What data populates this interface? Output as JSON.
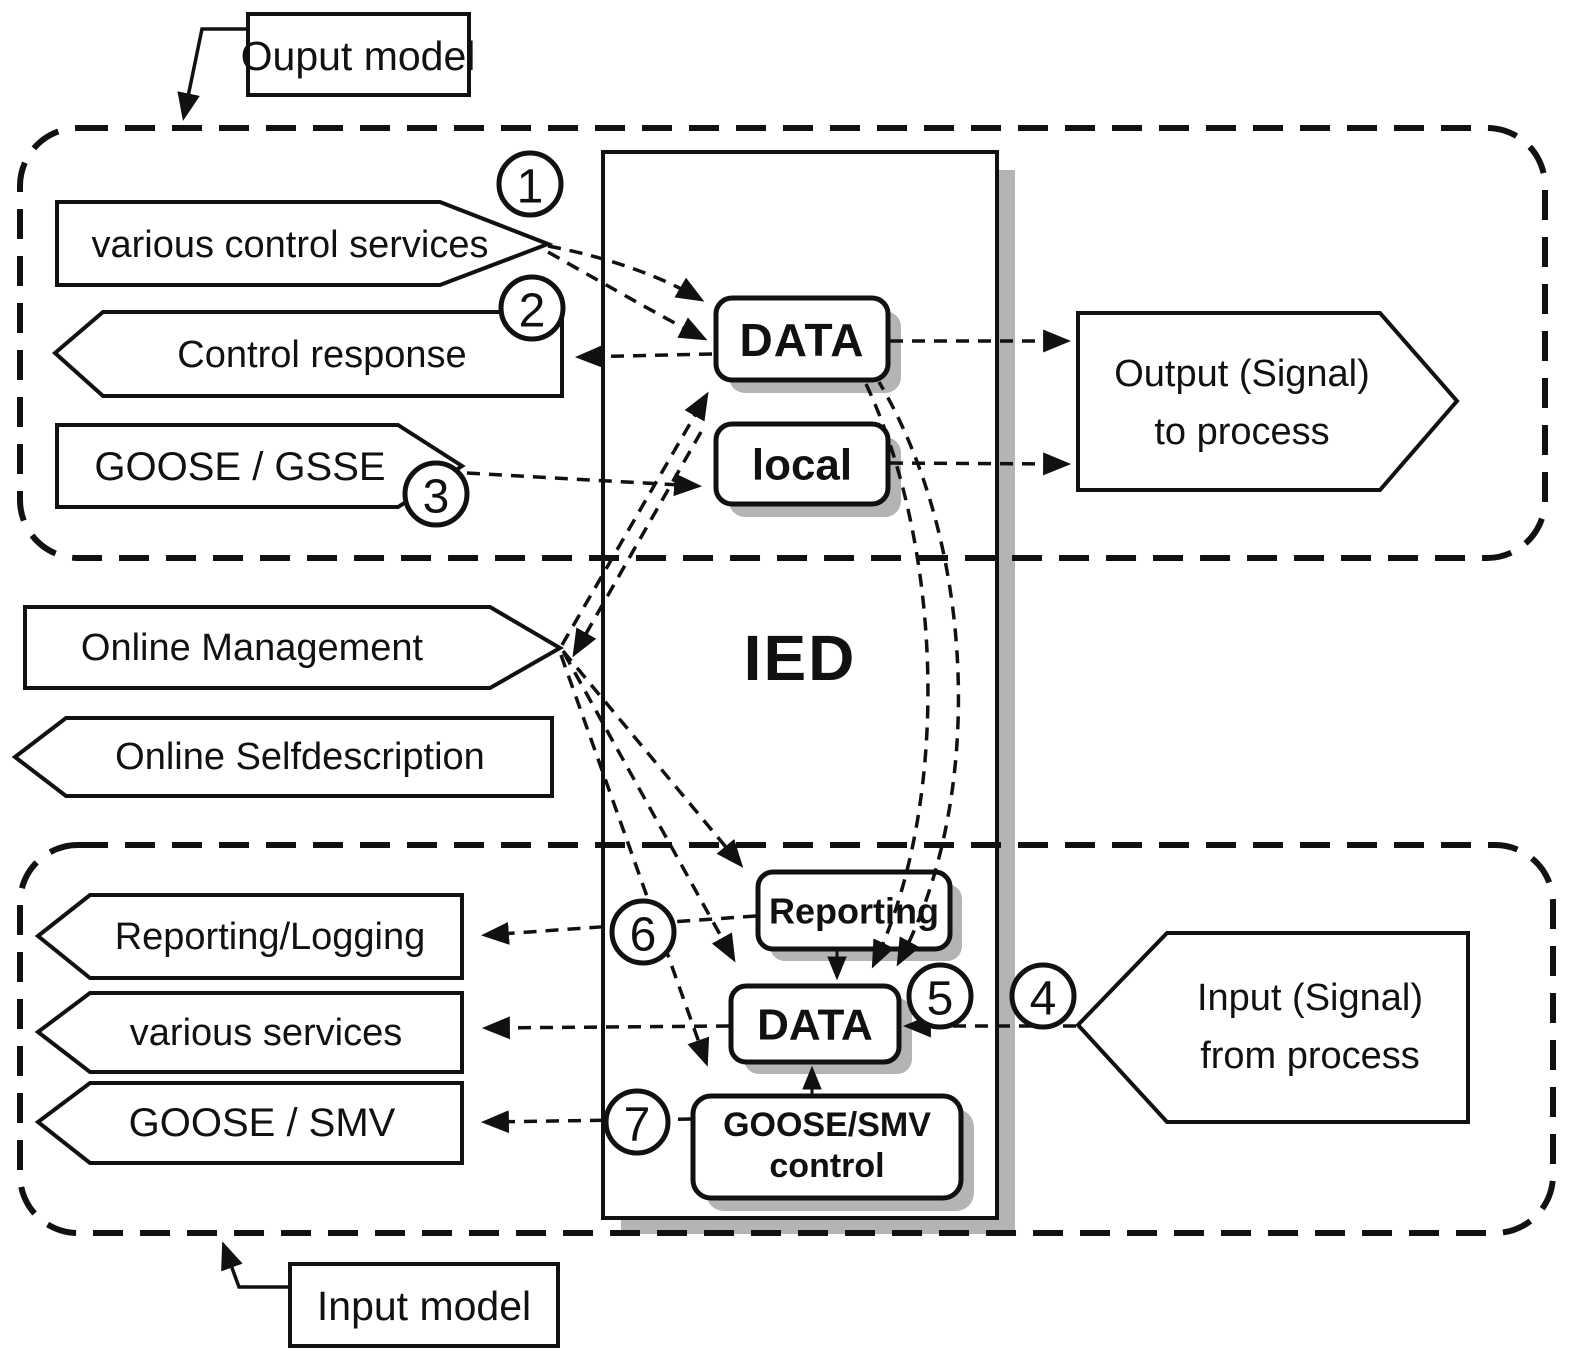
{
  "colors": {
    "ink": "#111111",
    "shadow": "#b4b4b4",
    "paper": "#ffffff"
  },
  "labels": {
    "output_model": "Ouput model",
    "input_model": "Input model",
    "ied": "IED"
  },
  "banners": {
    "various_control_services": "various control services",
    "control_response": "Control response",
    "goose_gsse": "GOOSE / GSSE",
    "online_management": "Online Management",
    "online_selfdescription": "Online Selfdescription",
    "reporting_logging": "Reporting/Logging",
    "various_services": "various services",
    "goose_smv": "GOOSE / SMV",
    "output_signal_line1": "Output (Signal)",
    "output_signal_line2": "to process",
    "input_signal_line1": "Input (Signal)",
    "input_signal_line2": "from process"
  },
  "ied_blocks": {
    "data_top": "DATA",
    "local": "local",
    "reporting": "Reporting",
    "data_bottom": "DATA",
    "goose_smv_control_line1": "GOOSE/SMV",
    "goose_smv_control_line2": "control"
  },
  "step_markers": {
    "n1": "1",
    "n2": "2",
    "n3": "3",
    "n4": "4",
    "n5": "5",
    "n6": "6",
    "n7": "7"
  }
}
